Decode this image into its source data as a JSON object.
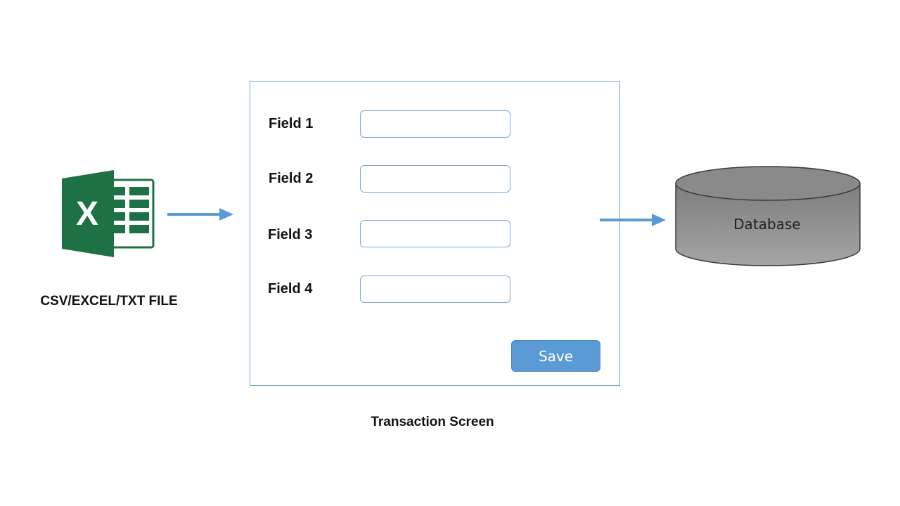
{
  "source": {
    "label": "CSV/EXCEL/TXT FILE",
    "icon": "excel-file-icon"
  },
  "transaction_screen": {
    "caption": "Transaction Screen",
    "fields": [
      {
        "label": "Field 1",
        "value": ""
      },
      {
        "label": "Field 2",
        "value": ""
      },
      {
        "label": "Field 3",
        "value": ""
      },
      {
        "label": "Field 4",
        "value": ""
      }
    ],
    "save_label": "Save"
  },
  "database": {
    "label": "Database"
  },
  "colors": {
    "excel_green": "#1e7145",
    "arrow_blue": "#5b9bd5",
    "frame_border": "#6fa3cc",
    "button_fill": "#5b9bd5",
    "database_gray": "#8c8c8c"
  }
}
